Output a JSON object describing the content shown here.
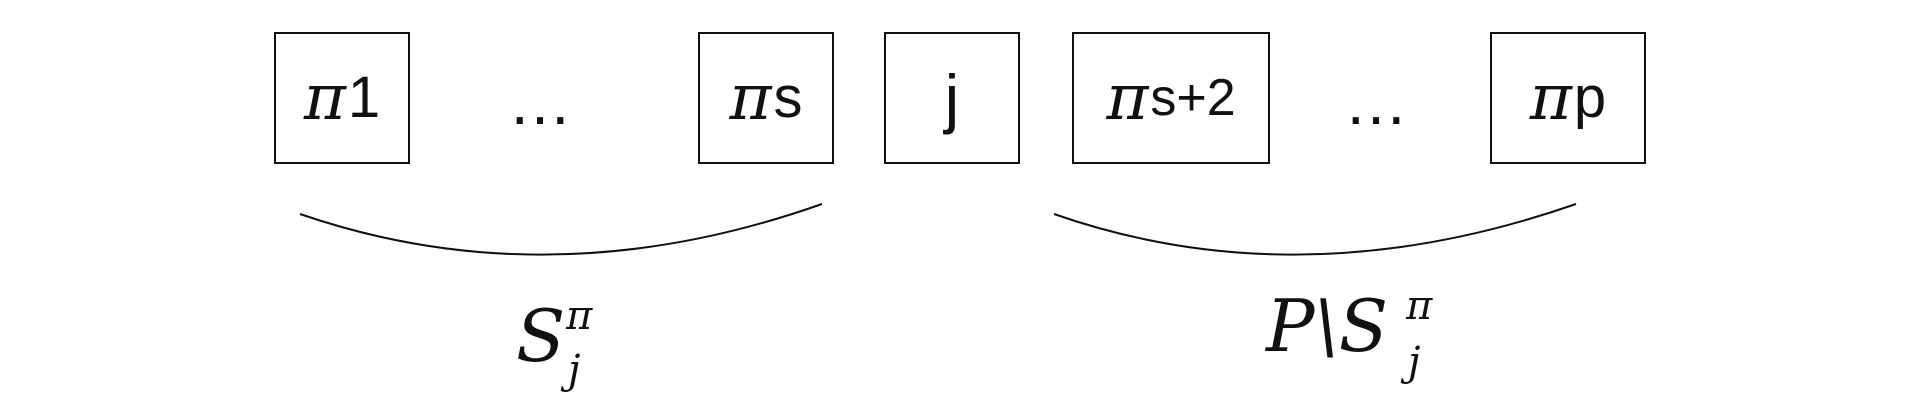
{
  "sequence": {
    "box1": {
      "symbol": "π",
      "index": "1"
    },
    "ellipsis1": "…",
    "box2": {
      "symbol": "π",
      "index": "s"
    },
    "box3": {
      "text": "j"
    },
    "box4": {
      "symbol": "π",
      "index": "s+2"
    },
    "ellipsis2": "…",
    "box5": {
      "symbol": "π",
      "index": "p"
    }
  },
  "labels": {
    "left": {
      "main": "S",
      "sup": "π",
      "sub": "j"
    },
    "right": {
      "main": "P\\S",
      "sup": "π",
      "sub": "j"
    }
  }
}
